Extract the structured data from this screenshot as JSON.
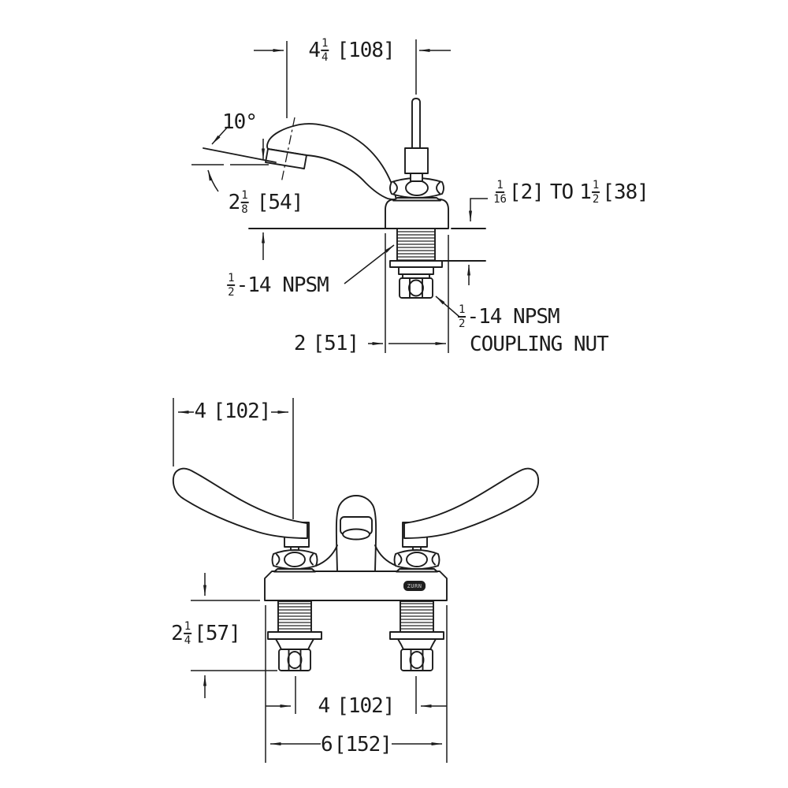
{
  "colors": {
    "line": "#1c1c1c",
    "background": "#ffffff",
    "badge": "#1f1f1f"
  },
  "top": {
    "reach": {
      "whole": "4",
      "num": "1",
      "den": "4",
      "metric": "[108]"
    },
    "angle": "10°",
    "height": {
      "whole": "2",
      "num": "1",
      "den": "8",
      "metric": "[54]"
    },
    "range": {
      "num1": "1",
      "den1": "16",
      "metric1": "[2]",
      "joiner": "TO",
      "whole2": "1",
      "num2": "1",
      "den2": "2",
      "metric2": "[38]"
    },
    "thread": {
      "num": "1",
      "den": "2",
      "suffix": "-14 NPSM"
    },
    "body_width": {
      "whole": "2",
      "metric": "[51]"
    },
    "coupling": {
      "num": "1",
      "den": "2",
      "suffix": "-14 NPSM",
      "line2": "COUPLING NUT"
    }
  },
  "front": {
    "handle_length": {
      "whole": "4",
      "metric": "[102]"
    },
    "shank_length": {
      "whole": "2",
      "num": "1",
      "den": "4",
      "metric": "[57]"
    },
    "faucet_centers": {
      "whole": "4",
      "metric": "[102]"
    },
    "overall_width": {
      "whole": "6",
      "metric": "[152]"
    },
    "logo": "ZURN"
  }
}
